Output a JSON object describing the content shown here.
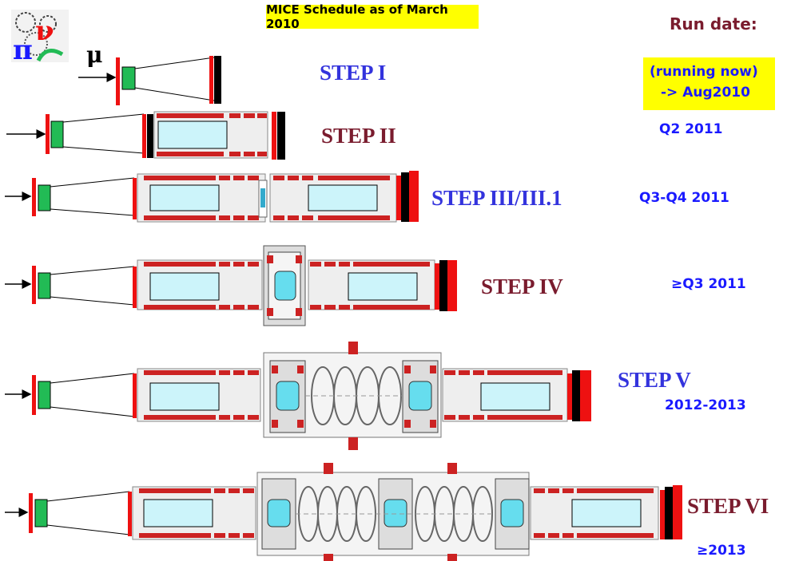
{
  "header": {
    "title": "MICE Schedule as of March 2010",
    "run_date_label": "Run date:"
  },
  "logo": {
    "symbols": [
      "π",
      "ν"
    ]
  },
  "beam_symbol": "μ",
  "steps": [
    {
      "label": "STEP I",
      "date_lines": [
        "(running now)",
        "-> Aug2010"
      ]
    },
    {
      "label": "STEP II",
      "date": "Q2 2011"
    },
    {
      "label": "STEP III/III.1",
      "date": "Q3-Q4 2011"
    },
    {
      "label": "STEP IV",
      "date": "≥Q3 2011"
    },
    {
      "label": "STEP V",
      "date": "2012-2013"
    },
    {
      "label": "STEP VI",
      "date": "≥2013"
    }
  ],
  "colors": {
    "highlight": "#ffff00",
    "date_text": "#1a1aff",
    "step_blue": "#3333dd",
    "step_maroon": "#7a1c2e",
    "absorber_green": "#22bb55",
    "magnet_red": "#ee1111",
    "module_fill": "#ccf4fa"
  }
}
